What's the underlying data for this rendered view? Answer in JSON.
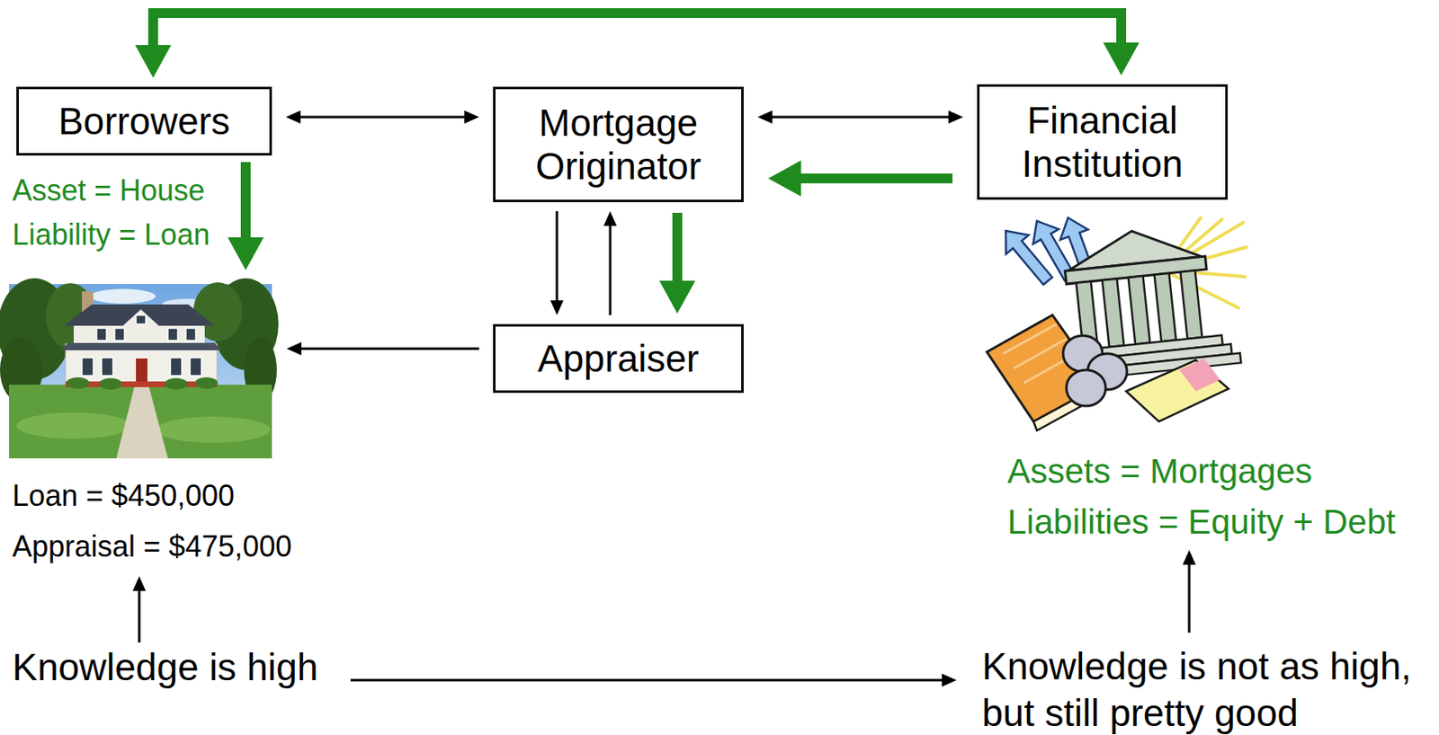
{
  "diagram": {
    "nodes": [
      {
        "text": [
          "Borrowers"
        ]
      },
      {
        "text": [
          "Mortgage Originator"
        ]
      },
      {
        "text": [
          "Financial Institution"
        ]
      },
      {
        "text": [
          "Appraiser"
        ]
      }
    ],
    "edges": [
      {
        "from": 0,
        "to": 1,
        "arrow": "both"
      },
      {
        "from": 1,
        "to": 2,
        "arrow": "both"
      },
      {
        "from": 2,
        "to": 1,
        "arrow": "to"
      },
      {
        "from": 1,
        "to": 3,
        "arrow": "to"
      },
      {
        "from": 3,
        "to": 1,
        "arrow": "to"
      },
      {
        "from": 1,
        "to": 3,
        "arrow": "to"
      },
      {
        "from": 0,
        "to": 2,
        "arrow": "both"
      }
    ],
    "labels": [
      "Asset = House",
      "Liability = Loan",
      "Loan = $450,000",
      "Appraisal = $475,000",
      "Assets = Mortgages",
      "Liabilities = Equity + Debt",
      "Knowledge is high",
      "Knowledge is not as high, but still pretty good"
    ]
  }
}
